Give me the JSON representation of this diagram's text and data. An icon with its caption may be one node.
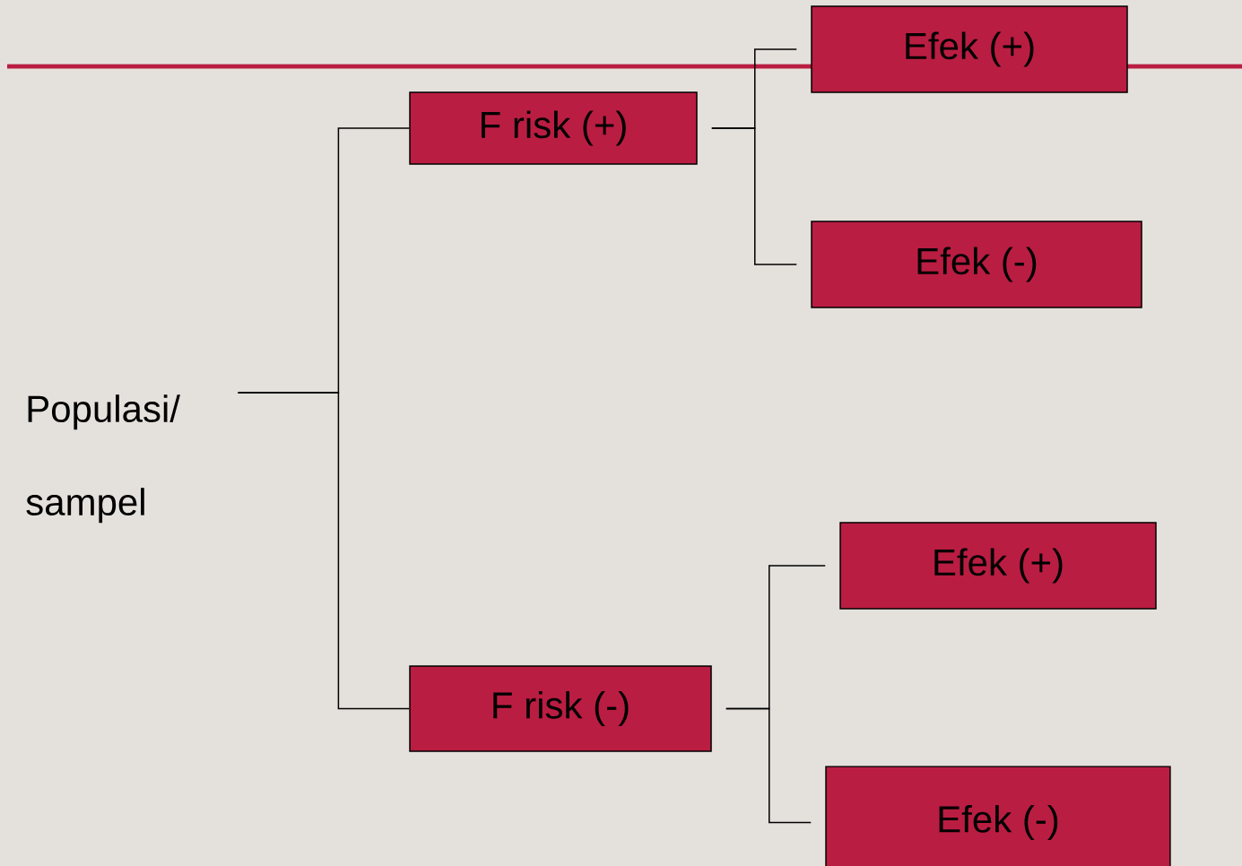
{
  "diagram": {
    "nodes": [
      {
        "text": [
          "Populasi/ sampel"
        ]
      },
      {
        "text": [
          "F risk (+)"
        ]
      },
      {
        "text": [
          "F risk (-)"
        ]
      },
      {
        "text": [
          "Efek (+)"
        ]
      },
      {
        "text": [
          "Efek (-)"
        ]
      },
      {
        "text": [
          "Efek (+)"
        ]
      },
      {
        "text": [
          "Efek (-)"
        ]
      }
    ],
    "edges": [
      {
        "from": 0,
        "to": 1,
        "arrow": "none"
      },
      {
        "from": 0,
        "to": 2,
        "arrow": "none"
      },
      {
        "from": 1,
        "to": 3,
        "arrow": "none"
      },
      {
        "from": 1,
        "to": 4,
        "arrow": "none"
      },
      {
        "from": 2,
        "to": 5,
        "arrow": "none"
      },
      {
        "from": 2,
        "to": 6,
        "arrow": "none"
      }
    ]
  }
}
